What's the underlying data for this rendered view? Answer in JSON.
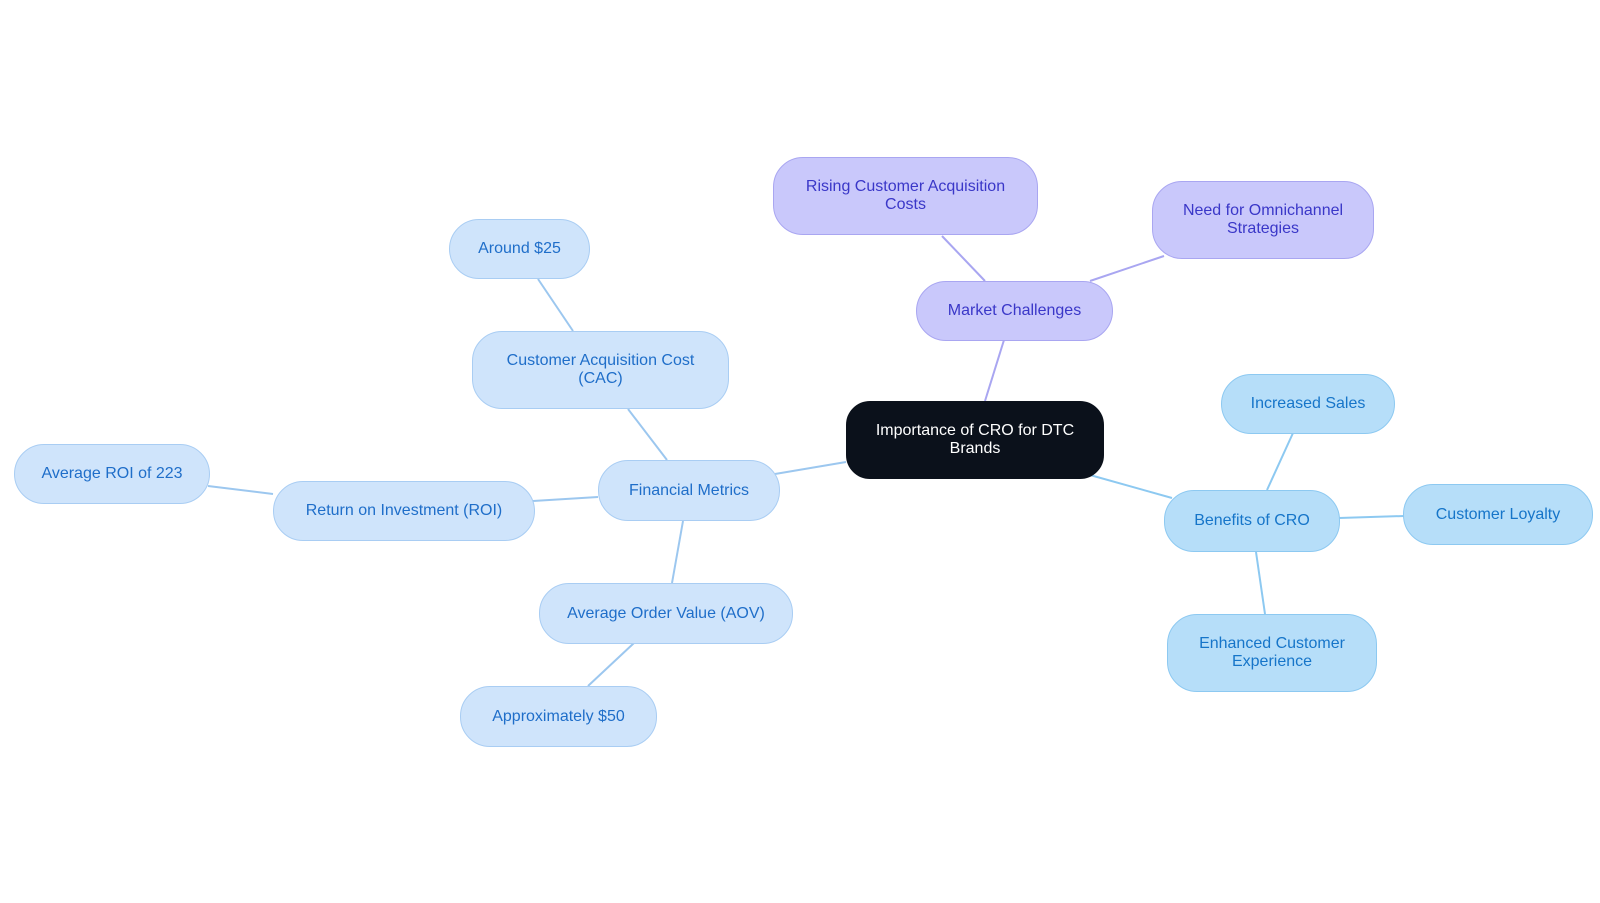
{
  "colors": {
    "root_bg": "#0b111b",
    "financial_fill": "#cfe4fb",
    "financial_text": "#1f6ec9",
    "market_fill": "#c9c8fb",
    "market_text": "#3a37c8",
    "benefits_fill": "#b6def9",
    "benefits_text": "#1675c9"
  },
  "root": {
    "label": "Importance of CRO for DTC Brands"
  },
  "financial": {
    "label": "Financial Metrics",
    "cac": {
      "label": "Customer Acquisition Cost (CAC)",
      "value": "Around $25"
    },
    "roi": {
      "label": "Return on Investment (ROI)",
      "value": "Average ROI of 223"
    },
    "aov": {
      "label": "Average Order Value (AOV)",
      "value": "Approximately $50"
    }
  },
  "market": {
    "label": "Market Challenges",
    "items": [
      "Rising Customer Acquisition Costs",
      "Need for Omnichannel Strategies"
    ]
  },
  "benefits": {
    "label": "Benefits of CRO",
    "items": [
      "Increased Sales",
      "Customer Loyalty",
      "Enhanced Customer Experience"
    ]
  }
}
